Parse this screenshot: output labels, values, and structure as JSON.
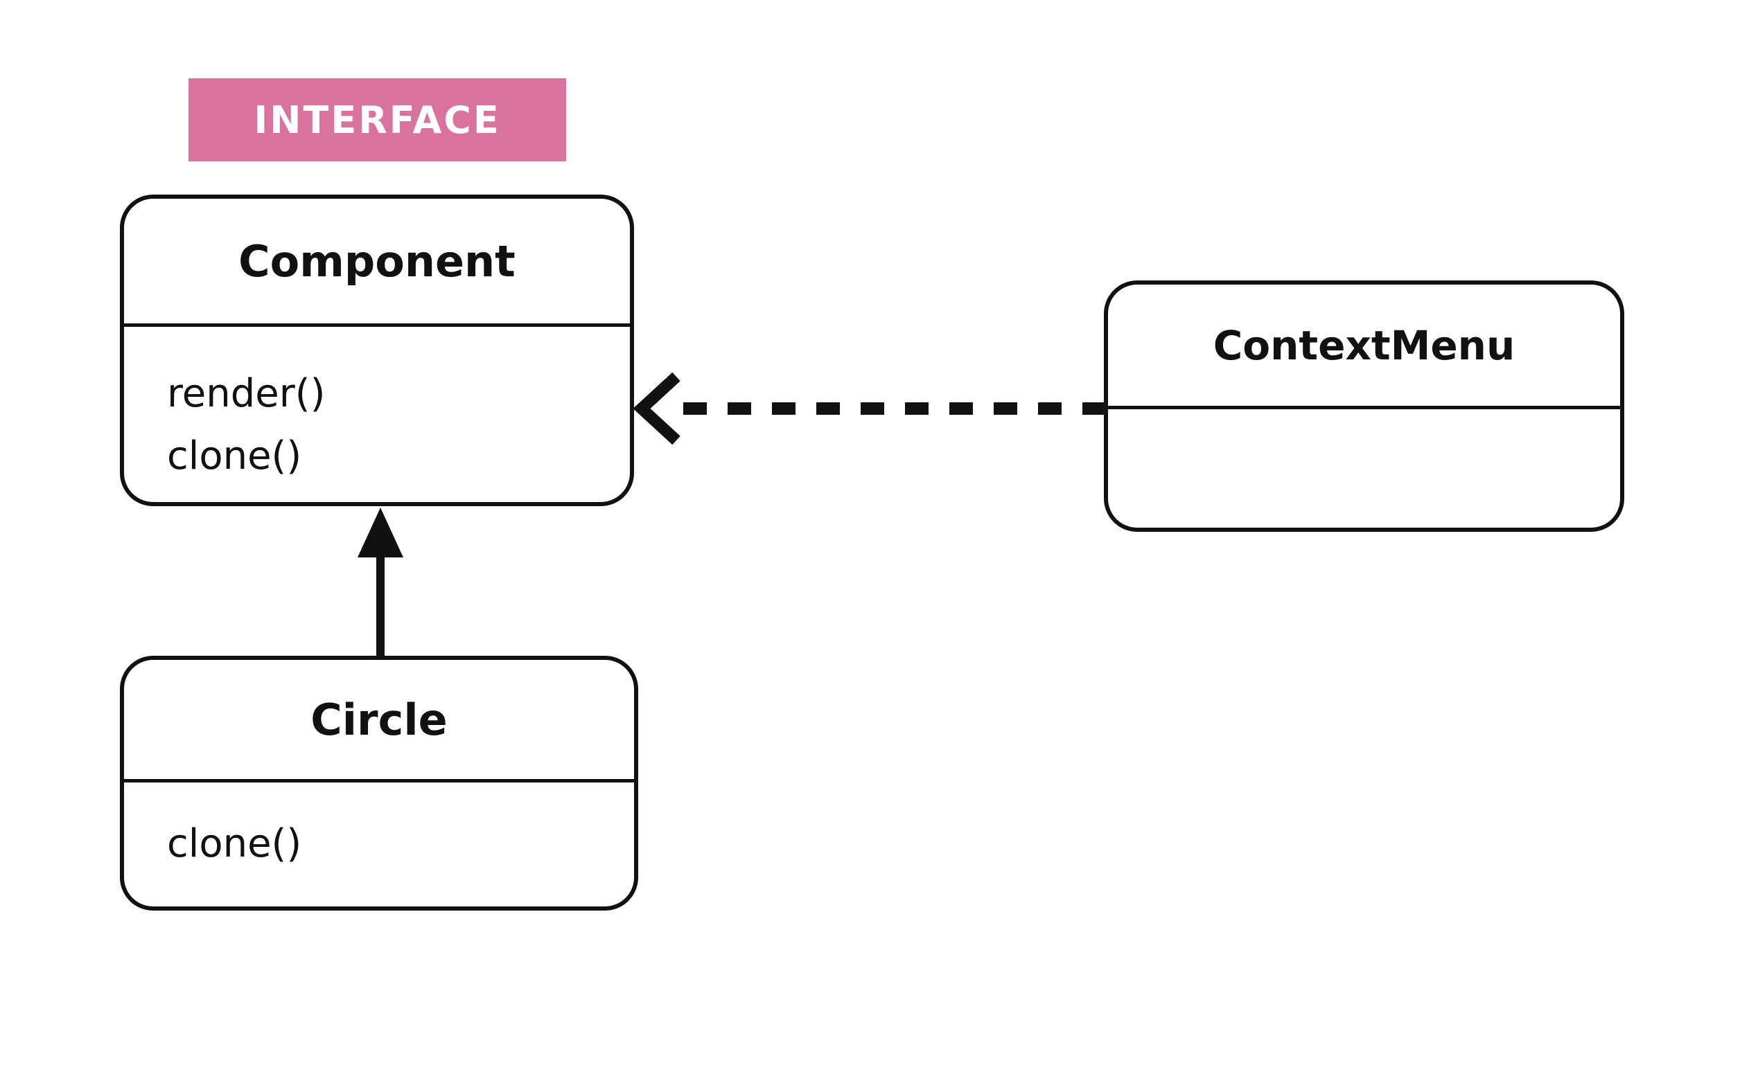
{
  "diagram": {
    "badge": {
      "label": "INTERFACE"
    },
    "classes": [
      {
        "id": "component",
        "name": "Component",
        "methods": [
          "render()",
          "clone()"
        ]
      },
      {
        "id": "contextmenu",
        "name": "ContextMenu",
        "methods": []
      },
      {
        "id": "circle",
        "name": "Circle",
        "methods": [
          "clone()"
        ]
      }
    ],
    "relationships": [
      {
        "from": "Circle",
        "to": "Component",
        "style": "solid-arrow",
        "meaning": "implements"
      },
      {
        "from": "ContextMenu",
        "to": "Component",
        "style": "dashed-arrow",
        "meaning": "depends-on"
      }
    ],
    "colors": {
      "accent": "#d9739e",
      "stroke": "#111111",
      "background": "#ffffff",
      "text_on_accent": "#ffffff"
    }
  }
}
